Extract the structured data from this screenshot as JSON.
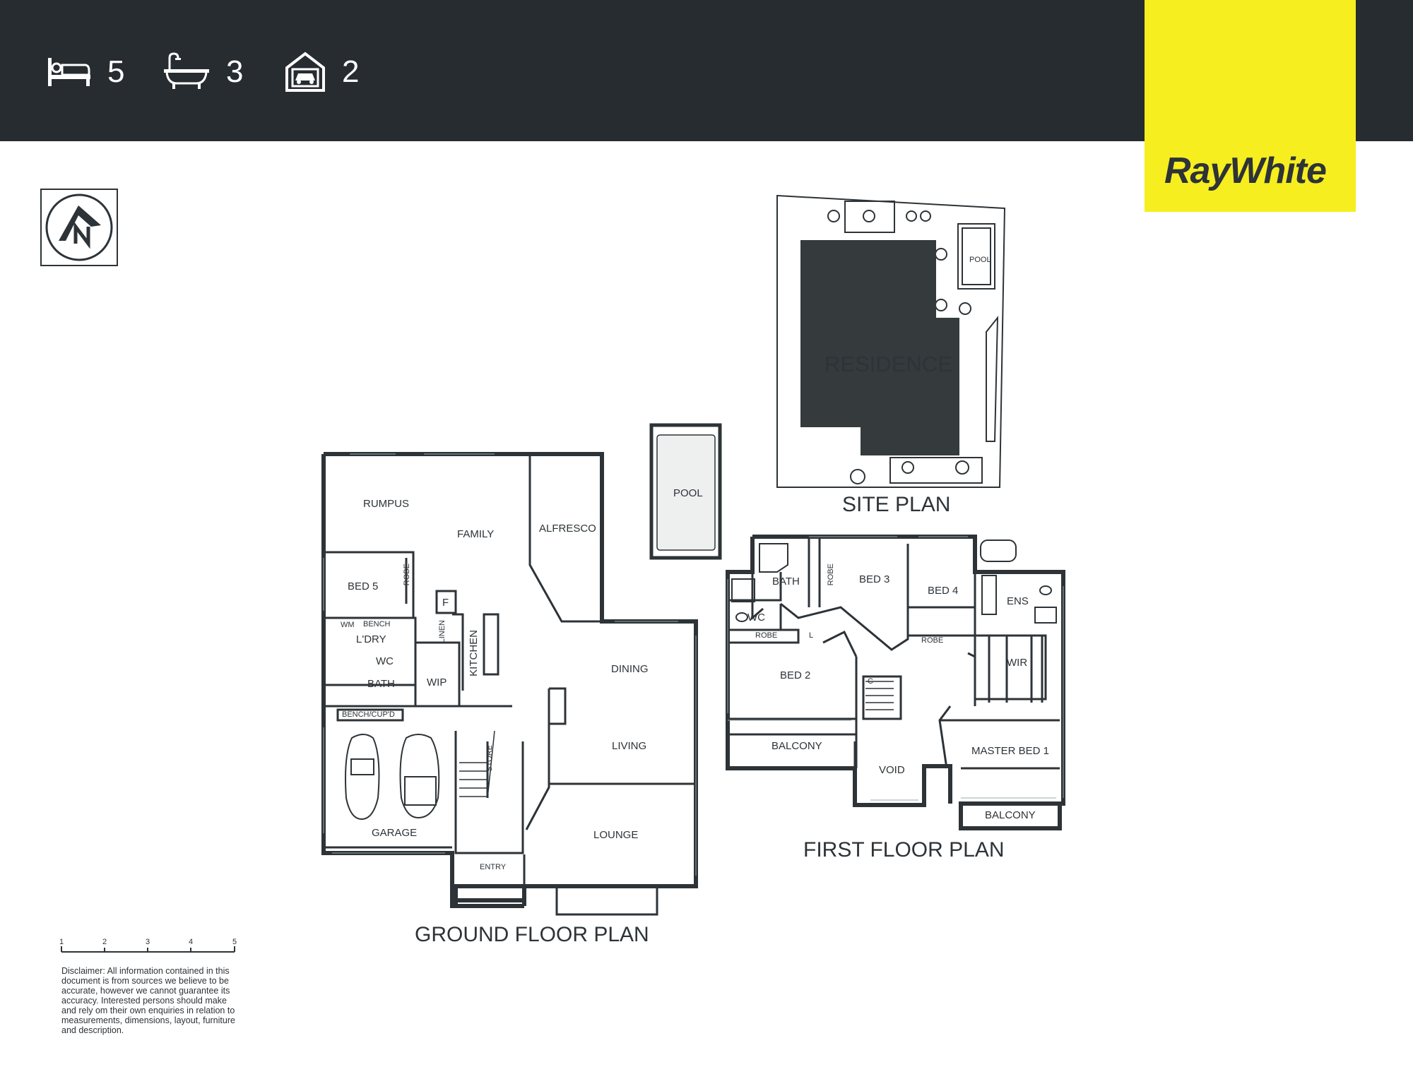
{
  "header": {
    "beds": {
      "icon": "bed-icon",
      "count": "5"
    },
    "baths": {
      "icon": "bath-icon",
      "count": "3"
    },
    "garage": {
      "icon": "garage-icon",
      "count": "2"
    }
  },
  "brand": {
    "name": "RayWhite",
    "color": "#f6ee1f",
    "bar_color": "#272c31"
  },
  "site_plan": {
    "title": "SITE PLAN",
    "residence": "RESIDENCE",
    "pool": "POOL"
  },
  "ground_floor": {
    "title": "GROUND FLOOR PLAN",
    "rooms": {
      "rumpus": "RUMPUS",
      "family": "FAMILY",
      "alfresco": "ALFRESCO",
      "pool": "POOL",
      "bed5": "BED 5",
      "robe": "ROBE",
      "f": "F",
      "linen": "LINEN",
      "kitchen": "KITCHEN",
      "wm": "WM",
      "bench": "BENCH",
      "ldry": "L'DRY",
      "wc": "WC",
      "bath": "BATH",
      "wip": "WIP",
      "bench_cupd": "BENCH/CUP'D",
      "dining": "DINING",
      "living": "LIVING",
      "store": "STORE",
      "garage": "GARAGE",
      "lounge": "LOUNGE",
      "entry": "ENTRY"
    }
  },
  "first_floor": {
    "title": "FIRST FLOOR PLAN",
    "rooms": {
      "bath": "BATH",
      "robe_v": "ROBE",
      "bed3": "BED 3",
      "bed4": "BED 4",
      "ens": "ENS",
      "wc": "WC",
      "robe1": "ROBE",
      "l": "L",
      "robe2": "ROBE",
      "wir": "WIR",
      "bed2": "BED 2",
      "c": "C",
      "balcony1": "BALCONY",
      "void": "VOID",
      "master": "MASTER BED 1",
      "balcony2": "BALCONY"
    }
  },
  "scale_labels": [
    "1",
    "2",
    "3",
    "4",
    "5"
  ],
  "disclaimer": "Disclaimer: All information contained in this document is from sources we believe to be accurate, however we cannot guarantee its accuracy. Interested persons should make and rely om their own enquiries in relation to measurements, dimensions, layout, furniture and description."
}
